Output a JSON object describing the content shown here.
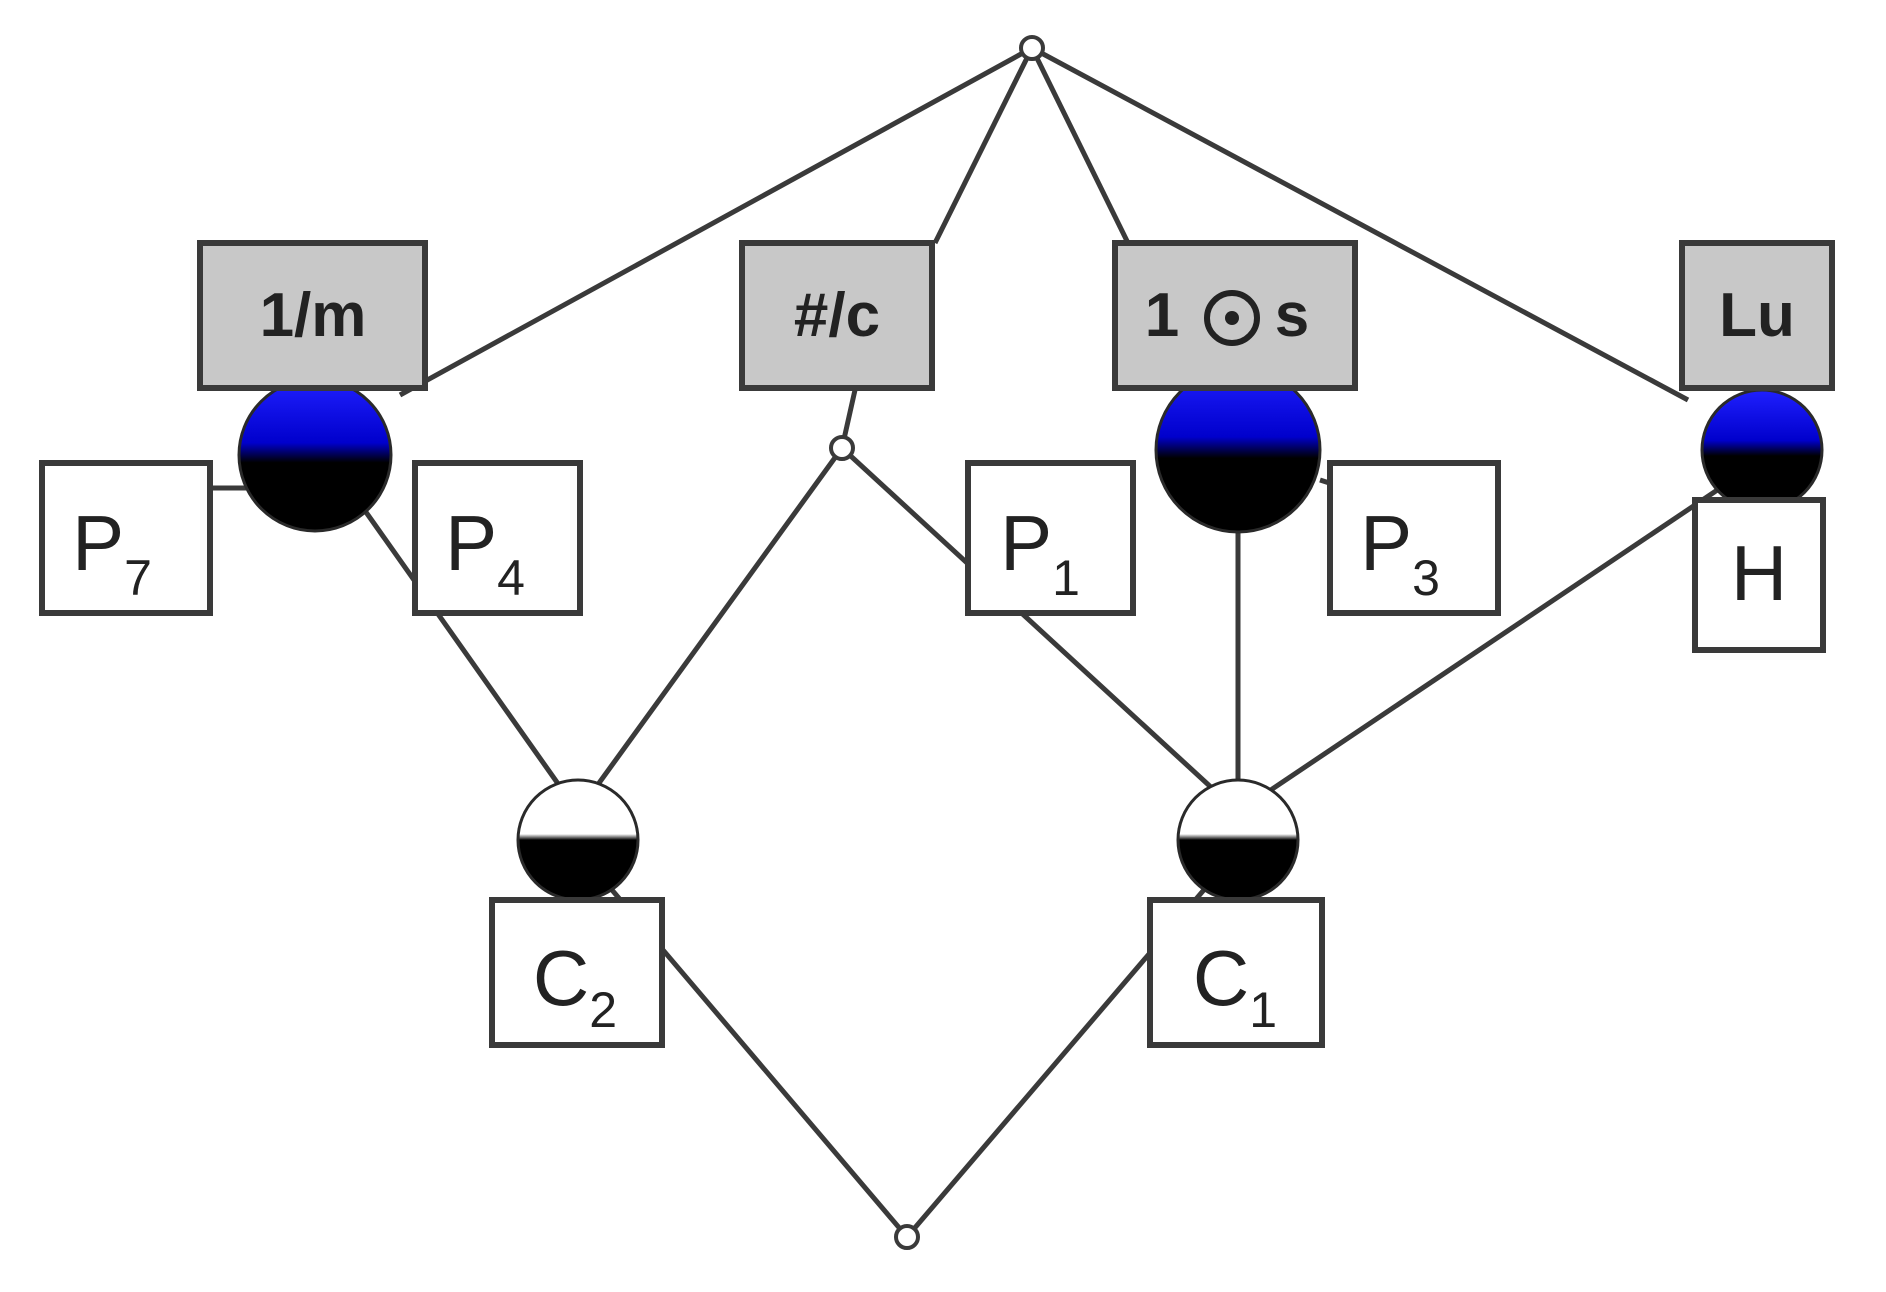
{
  "diagram": {
    "attributes": [
      {
        "id": "a1",
        "label": "1/m",
        "color": "#c8c8c8"
      },
      {
        "id": "a2",
        "label": "#/c",
        "color": "#c8c8c8"
      },
      {
        "id": "a3",
        "prefix": "1",
        "suffix": "s",
        "symbol": "circled-dot-icon",
        "color": "#c8c8c8"
      },
      {
        "id": "a4",
        "label": "Lu",
        "color": "#c8c8c8"
      }
    ],
    "objects": [
      {
        "id": "p7",
        "main": "P",
        "sub": "7"
      },
      {
        "id": "p4",
        "main": "P",
        "sub": "4"
      },
      {
        "id": "p1",
        "main": "P",
        "sub": "1"
      },
      {
        "id": "p3",
        "main": "P",
        "sub": "3"
      },
      {
        "id": "h",
        "main": "H",
        "sub": ""
      },
      {
        "id": "c2",
        "main": "C",
        "sub": "2"
      },
      {
        "id": "c1",
        "main": "C",
        "sub": "1"
      }
    ],
    "node_colors": {
      "blue": "#1414e6",
      "black": "#000000",
      "white": "#ffffff"
    }
  }
}
